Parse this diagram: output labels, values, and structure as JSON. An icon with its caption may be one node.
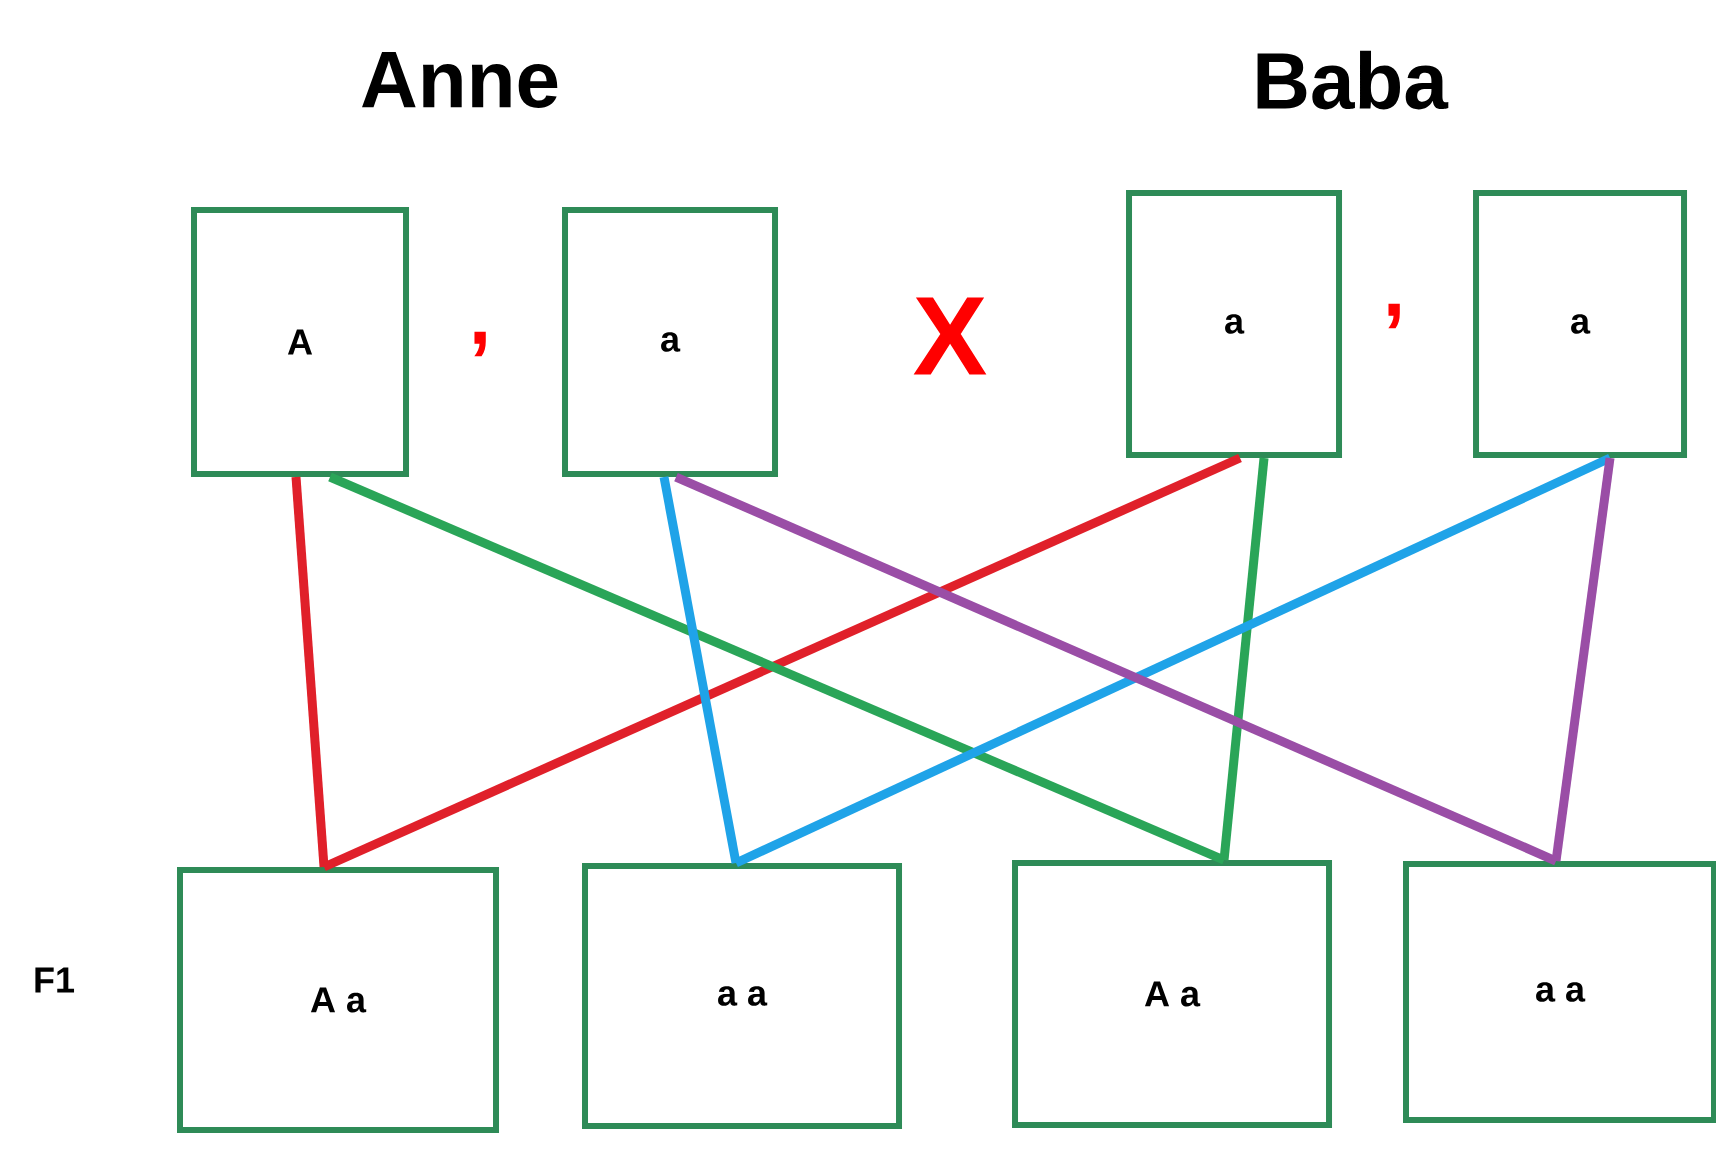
{
  "diagram": {
    "nodes": [
      {
        "text": [
          "A"
        ]
      },
      {
        "text": [
          "a"
        ]
      },
      {
        "text": [
          "a"
        ]
      },
      {
        "text": [
          "a"
        ]
      },
      {
        "text": [
          "A  a"
        ]
      },
      {
        "text": [
          "a  a"
        ]
      },
      {
        "text": [
          "A  a"
        ]
      },
      {
        "text": [
          "a  a"
        ]
      }
    ],
    "edges": [
      {
        "from": 0,
        "to": 4,
        "arrow": "none",
        "color": "#e0202a"
      },
      {
        "from": 2,
        "to": 4,
        "arrow": "none",
        "color": "#e0202a"
      },
      {
        "from": 0,
        "to": 6,
        "arrow": "none",
        "color": "#2aa558"
      },
      {
        "from": 2,
        "to": 6,
        "arrow": "none",
        "color": "#2aa558"
      },
      {
        "from": 1,
        "to": 5,
        "arrow": "none",
        "color": "#1fa3e8"
      },
      {
        "from": 3,
        "to": 5,
        "arrow": "none",
        "color": "#1fa3e8"
      },
      {
        "from": 1,
        "to": 7,
        "arrow": "none",
        "color": "#9a4ea6"
      },
      {
        "from": 3,
        "to": 7,
        "arrow": "none",
        "color": "#9a4ea6"
      }
    ],
    "labels": [
      "Anne",
      "Baba",
      ",",
      "X",
      ",",
      "F1"
    ]
  }
}
